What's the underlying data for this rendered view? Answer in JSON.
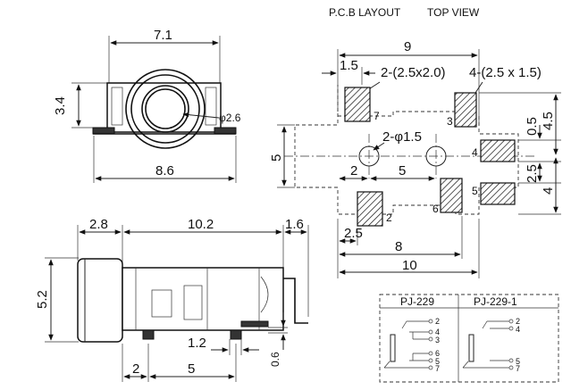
{
  "header": {
    "title": "P.C.B LAYOUT",
    "subtitle": "TOP VIEW"
  },
  "top_view": {
    "dim_width_top": "7.1",
    "dim_height_left": "3.4",
    "dim_hole": "φ2.6",
    "dim_width_bottom": "8.6"
  },
  "side_view": {
    "dim_a": "2.8",
    "dim_b": "10.2",
    "dim_c": "1.6",
    "dim_height": "5.2",
    "dim_pin_gap": "1.2",
    "dim_pin_thickness": "0.6",
    "dim_bottom_a": "2",
    "dim_bottom_b": "5"
  },
  "pcb_layout": {
    "dim_total_top": "9",
    "dim_offset": "1.5",
    "pad_spec_left": "2-(2.5x2.0)",
    "pad_spec_right": "4-(2.5 x 1.5)",
    "hole_spec": "2-φ1.5",
    "dim_hole_left": "2",
    "dim_hole_spacing": "5",
    "dim_height_left": "5",
    "dim_right_a": "0.5",
    "dim_right_b": "4.5",
    "dim_right_c": "2.5",
    "dim_right_d": "4",
    "dim_pad_width": "2.5",
    "dim_bottom_8": "8",
    "dim_bottom_10": "10",
    "pad_labels": [
      "7",
      "3",
      "4",
      "2",
      "6",
      "5"
    ]
  },
  "schematic": {
    "columns": [
      "PJ-229",
      "PJ-229-1"
    ],
    "pj229_pins": [
      "2",
      "4",
      "3",
      "6",
      "5",
      "7"
    ],
    "pj2291_pins": [
      "2",
      "4",
      "5",
      "7"
    ]
  }
}
